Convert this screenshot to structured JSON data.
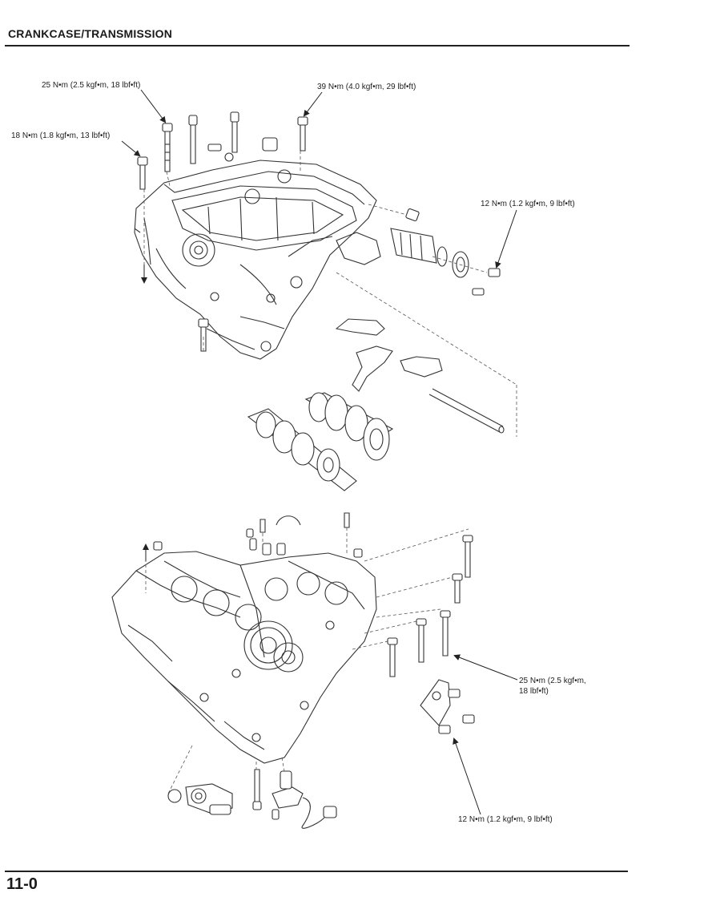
{
  "header": {
    "section_title": "CRANKCASE/TRANSMISSION"
  },
  "footer": {
    "page_number": "11-0"
  },
  "callouts": {
    "torque_25_upper": "25 N•m (2.5 kgf•m, 18 lbf•ft)",
    "torque_39": "39 N•m (4.0 kgf•m, 29 lbf•ft)",
    "torque_18": "18 N•m (1.8 kgf•m, 13 lbf•ft)",
    "torque_12_upper": "12 N•m (1.2 kgf•m, 9 lbf•ft)",
    "torque_25_lower": "25 N•m (2.5 kgf•m,\n18 lbf•ft)",
    "torque_12_lower": "12 N•m (1.2 kgf•m, 9 lbf•ft)"
  }
}
